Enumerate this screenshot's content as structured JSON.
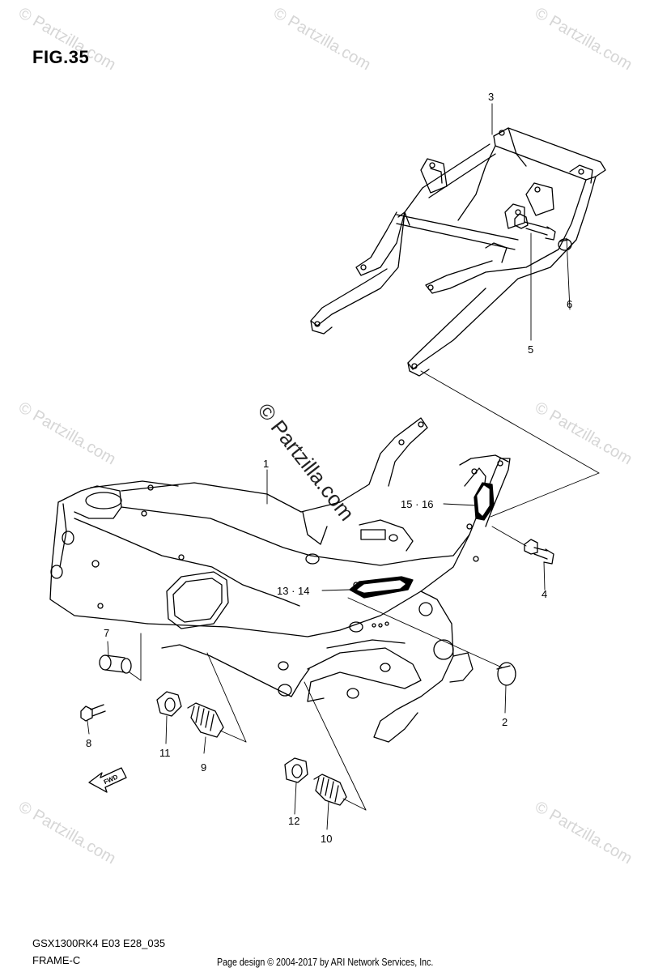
{
  "figure_title": "FIG.35",
  "model_code": "GSX1300RK4 E03 E28_035",
  "section_name": "FRAME-C",
  "credit": "Page design © 2004-2017 by ARI Network Services, Inc.",
  "watermark": "© Partzilla.com",
  "fwd_label": "FWD",
  "callouts": {
    "c1": "1",
    "c2": "2",
    "c3": "3",
    "c4": "4",
    "c5": "5",
    "c6": "6",
    "c7": "7",
    "c8": "8",
    "c9": "9",
    "c10": "10",
    "c11": "11",
    "c12": "12",
    "c13_14": "13 · 14",
    "c15_16": "15 · 16"
  }
}
